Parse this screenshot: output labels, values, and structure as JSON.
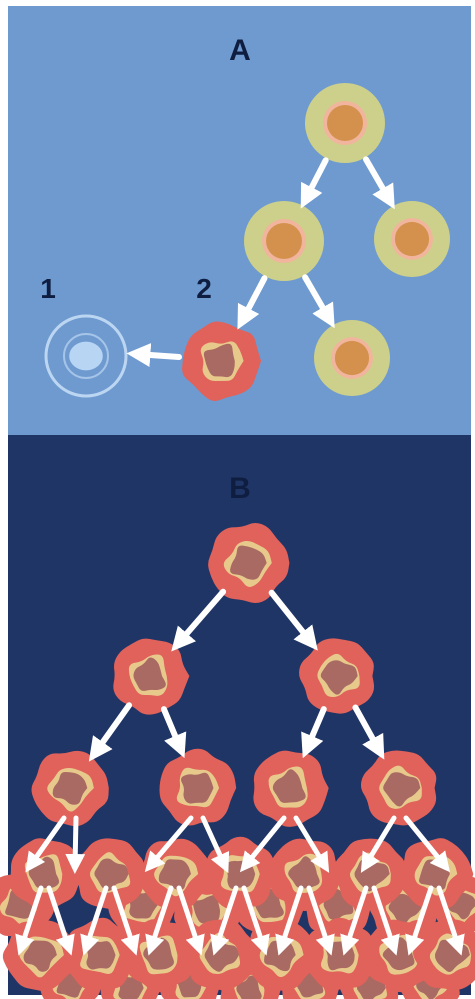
{
  "panels": {
    "a": {
      "label": "A",
      "background": "#6e9ad0"
    },
    "b": {
      "label": "B",
      "background": "#1f3566"
    }
  },
  "annotations": {
    "marker_1": "1",
    "marker_2": "2"
  },
  "colors": {
    "normal_outer": "#cdd08a",
    "normal_ring": "#f0b59c",
    "normal_core": "#d4914e",
    "cancer_outer": "#e0625a",
    "cancer_ring": "#e8c98c",
    "cancer_core": "#a86a62",
    "dying_ring": "#bcd6f2",
    "dying_core": "#b8d6f4",
    "arrow": "#ffffff",
    "label_text": "#0f1e40"
  },
  "diagram": {
    "panel_a": {
      "description_nodes": [
        "normal-cell",
        "normal-cell",
        "normal-cell",
        "mutated-cell",
        "normal-cell",
        "dying-cell"
      ],
      "generations": 3
    },
    "panel_b": {
      "rows_of_cells": [
        1,
        2,
        4,
        8,
        9
      ]
    }
  }
}
